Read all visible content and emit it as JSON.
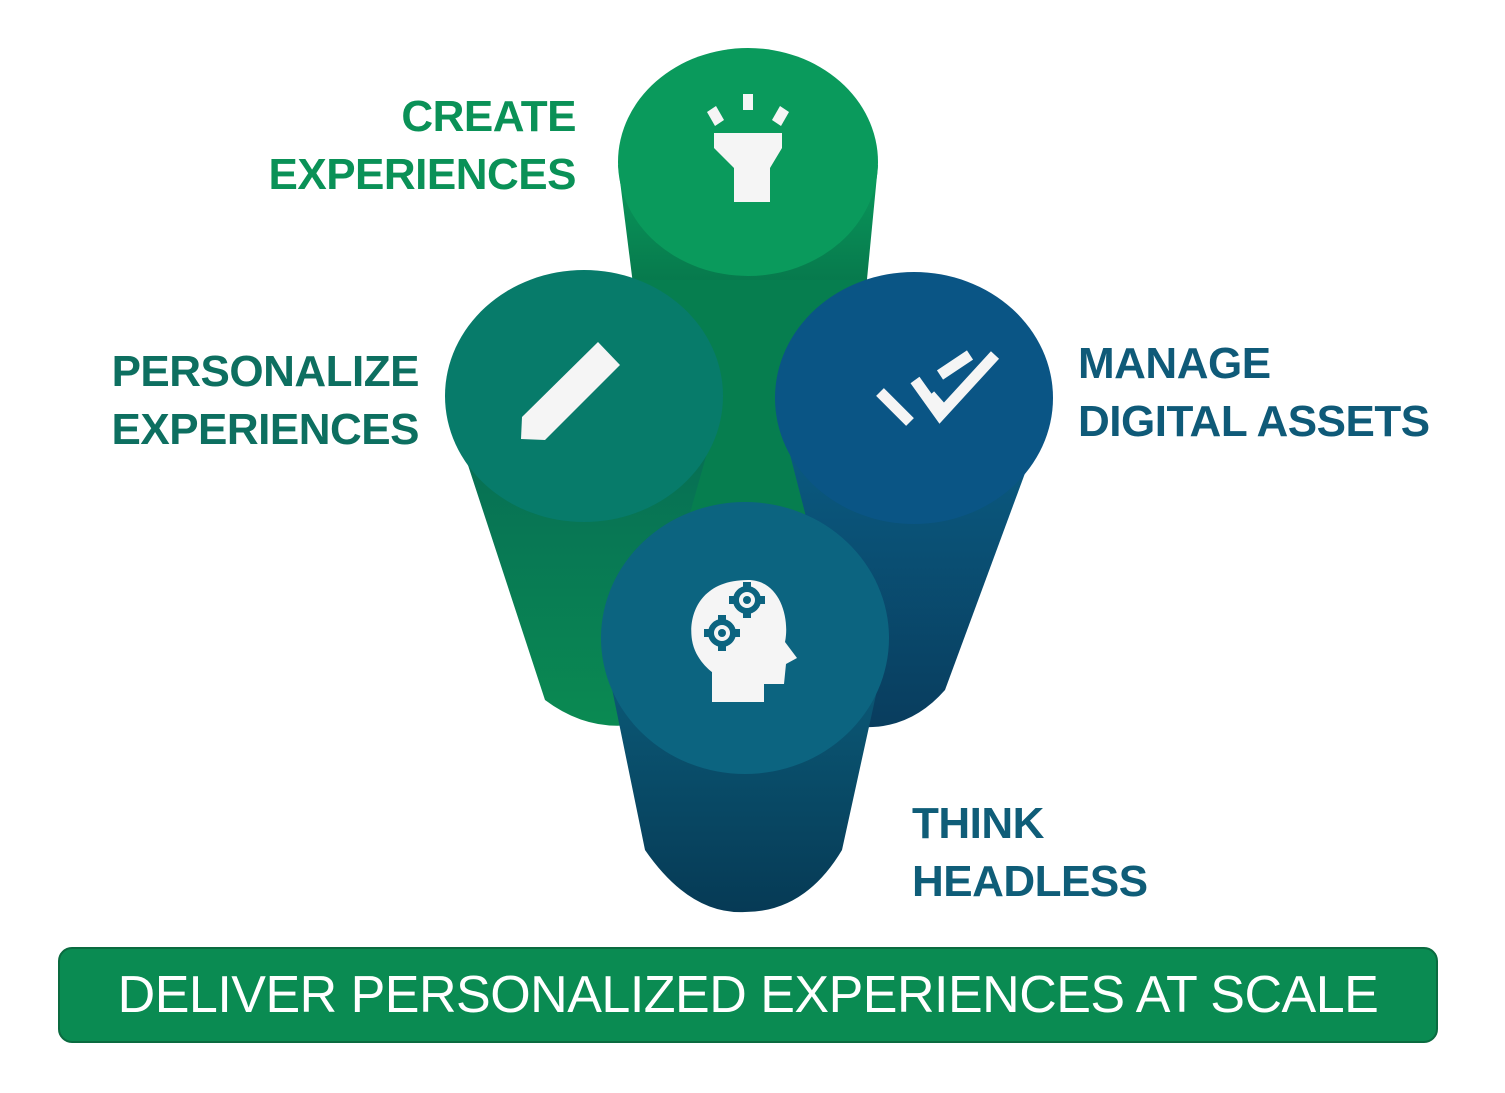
{
  "labels": {
    "create": {
      "line1": "CREATE",
      "line2": "EXPERIENCES"
    },
    "personalize": {
      "line1": "PERSONALIZE",
      "line2": "EXPERIENCES"
    },
    "manage": {
      "line1": "MANAGE",
      "line2": "DIGITAL ASSETS"
    },
    "think": {
      "line1": "THINK",
      "line2": "HEADLESS"
    }
  },
  "banner": {
    "text": "DELIVER PERSONALIZED EXPERIENCES AT SCALE"
  },
  "icons": {
    "create": "flashlight-icon",
    "personalize": "pencil-icon",
    "manage": "double-check-icon",
    "think": "head-gears-icon"
  },
  "colors": {
    "create_label": "#0a9157",
    "personalize_label": "#0d6f60",
    "manage_label": "#0f5a78",
    "think_label": "#0f5d78",
    "banner_bg": "#0a8b52",
    "icon_fill": "#f5f5f5"
  }
}
